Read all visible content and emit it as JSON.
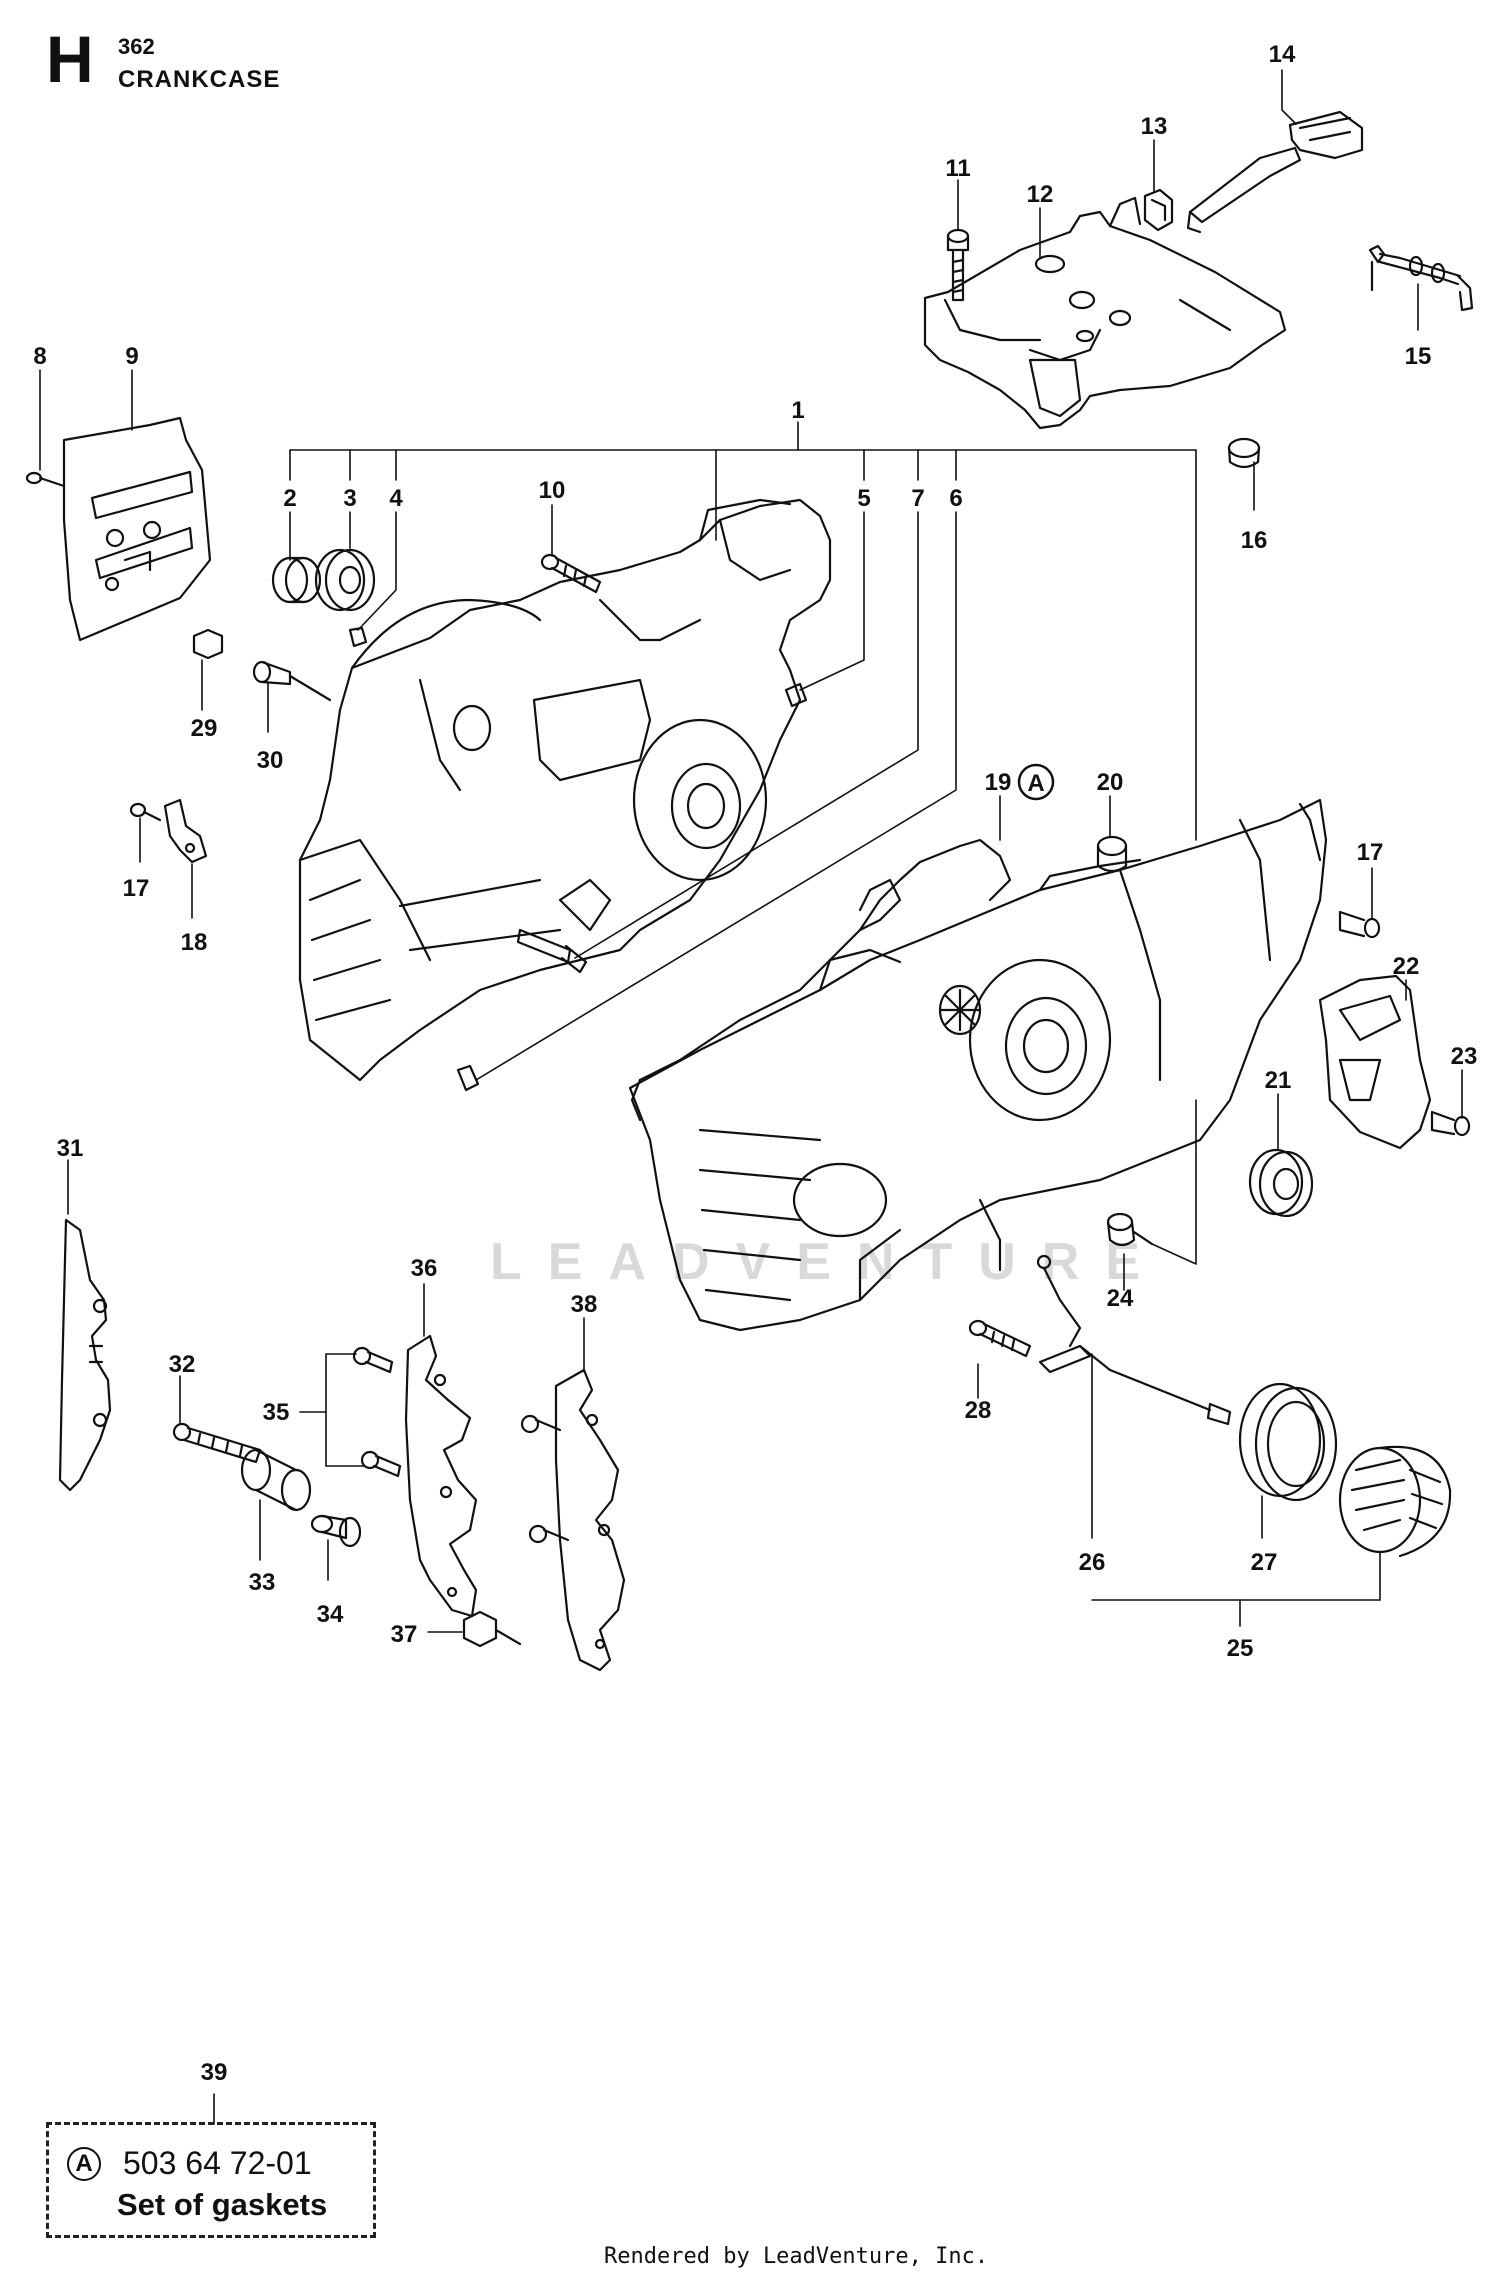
{
  "header": {
    "letter": "H",
    "model": "362",
    "section": "CRANKCASE"
  },
  "callouts": [
    {
      "id": "c1",
      "label": "1"
    },
    {
      "id": "c2",
      "label": "2"
    },
    {
      "id": "c3",
      "label": "3"
    },
    {
      "id": "c4",
      "label": "4"
    },
    {
      "id": "c5",
      "label": "5"
    },
    {
      "id": "c6",
      "label": "6"
    },
    {
      "id": "c7",
      "label": "7"
    },
    {
      "id": "c8",
      "label": "8"
    },
    {
      "id": "c9",
      "label": "9"
    },
    {
      "id": "c10",
      "label": "10"
    },
    {
      "id": "c11",
      "label": "11"
    },
    {
      "id": "c12",
      "label": "12"
    },
    {
      "id": "c13",
      "label": "13"
    },
    {
      "id": "c14",
      "label": "14"
    },
    {
      "id": "c15",
      "label": "15"
    },
    {
      "id": "c16",
      "label": "16"
    },
    {
      "id": "c17a",
      "label": "17"
    },
    {
      "id": "c17b",
      "label": "17"
    },
    {
      "id": "c18",
      "label": "18"
    },
    {
      "id": "c19",
      "label": "19"
    },
    {
      "id": "c20",
      "label": "20"
    },
    {
      "id": "c21",
      "label": "21"
    },
    {
      "id": "c22",
      "label": "22"
    },
    {
      "id": "c23",
      "label": "23"
    },
    {
      "id": "c24",
      "label": "24"
    },
    {
      "id": "c25",
      "label": "25"
    },
    {
      "id": "c26",
      "label": "26"
    },
    {
      "id": "c27",
      "label": "27"
    },
    {
      "id": "c28",
      "label": "28"
    },
    {
      "id": "c29",
      "label": "29"
    },
    {
      "id": "c30",
      "label": "30"
    },
    {
      "id": "c31",
      "label": "31"
    },
    {
      "id": "c32",
      "label": "32"
    },
    {
      "id": "c33",
      "label": "33"
    },
    {
      "id": "c34",
      "label": "34"
    },
    {
      "id": "c35",
      "label": "35"
    },
    {
      "id": "c36",
      "label": "36"
    },
    {
      "id": "c37",
      "label": "37"
    },
    {
      "id": "c38",
      "label": "38"
    },
    {
      "id": "c39",
      "label": "39"
    }
  ],
  "gasket_ref": "A",
  "legend": {
    "ref": "A",
    "part_number": "503 64 72-01",
    "description": "Set of gaskets"
  },
  "watermark": "LEADVENTURE",
  "footer": "Rendered by LeadVenture, Inc."
}
